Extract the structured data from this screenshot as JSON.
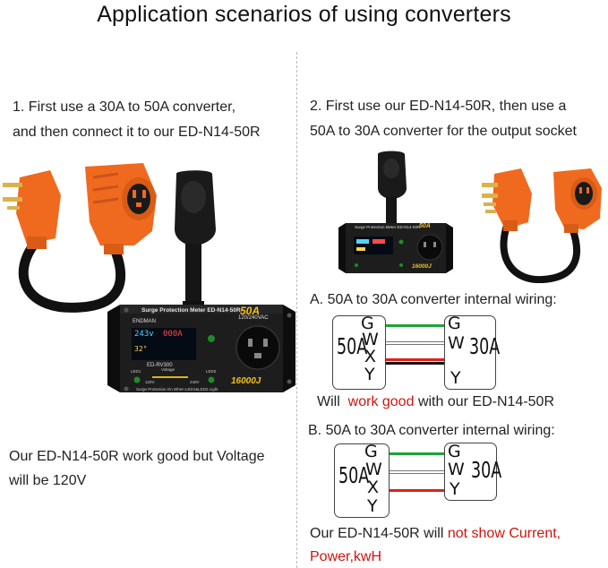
{
  "title": "Application scenarios of using converters",
  "left": {
    "step_line1": "1. First use a 30A to 50A converter,",
    "step_line2": "and then connect it to our ED-N14-50R",
    "result_line1": "Our ED-N14-50R work good but Voltage",
    "result_line2": "will be 120V"
  },
  "right": {
    "step_line1": "2. First use our ED-N14-50R, then use a",
    "step_line2": "50A to 30A converter for the output socket",
    "wiring_a_title": "A. 50A  to 30A converter internal wiring:",
    "wiring_b_title": "B. 50A  to 30A converter internal wiring:",
    "result_a_prefix": "Will",
    "result_a_highlight": "work good",
    "result_a_suffix": "with our ED-N14-50R",
    "result_b_prefix": "Our ED-N14-50R will",
    "result_b_highlight": "not show Current,",
    "result_b_line2": "Power,kwH"
  },
  "wiring": {
    "left_amp": "50A",
    "right_amp": "30A",
    "left_pins": [
      "G",
      "W",
      "X",
      "Y"
    ],
    "right_pins": [
      "G",
      "W",
      "Y"
    ],
    "colors": {
      "green": "#1fa335",
      "white": "#ffffff",
      "red": "#e0201b",
      "black": "#111111"
    }
  },
  "device": {
    "brand": "ENDMAN",
    "header": "Surge Protection Meter ED-N14-50R",
    "rating": "50A",
    "voltage": "120/240VAC",
    "joules": "16000J",
    "model": "ED-RV300",
    "lcd_voltage": "243v",
    "lcd_current": "000A",
    "lcd_temp": "32°",
    "led1": "LED1",
    "led2": "LED2",
    "voltage_label": "Voltage",
    "v120": "120V",
    "v240": "240V",
    "footer": "Surge Protection On  When LED1&LED2 Light",
    "small_header": "Surge Protection Meter ED-N14-50R",
    "small_rating": "50A",
    "small_joules": "16000J"
  },
  "colors": {
    "orange": "#ef6a1e",
    "cable": "#111111",
    "accent_red": "#d0140f"
  }
}
